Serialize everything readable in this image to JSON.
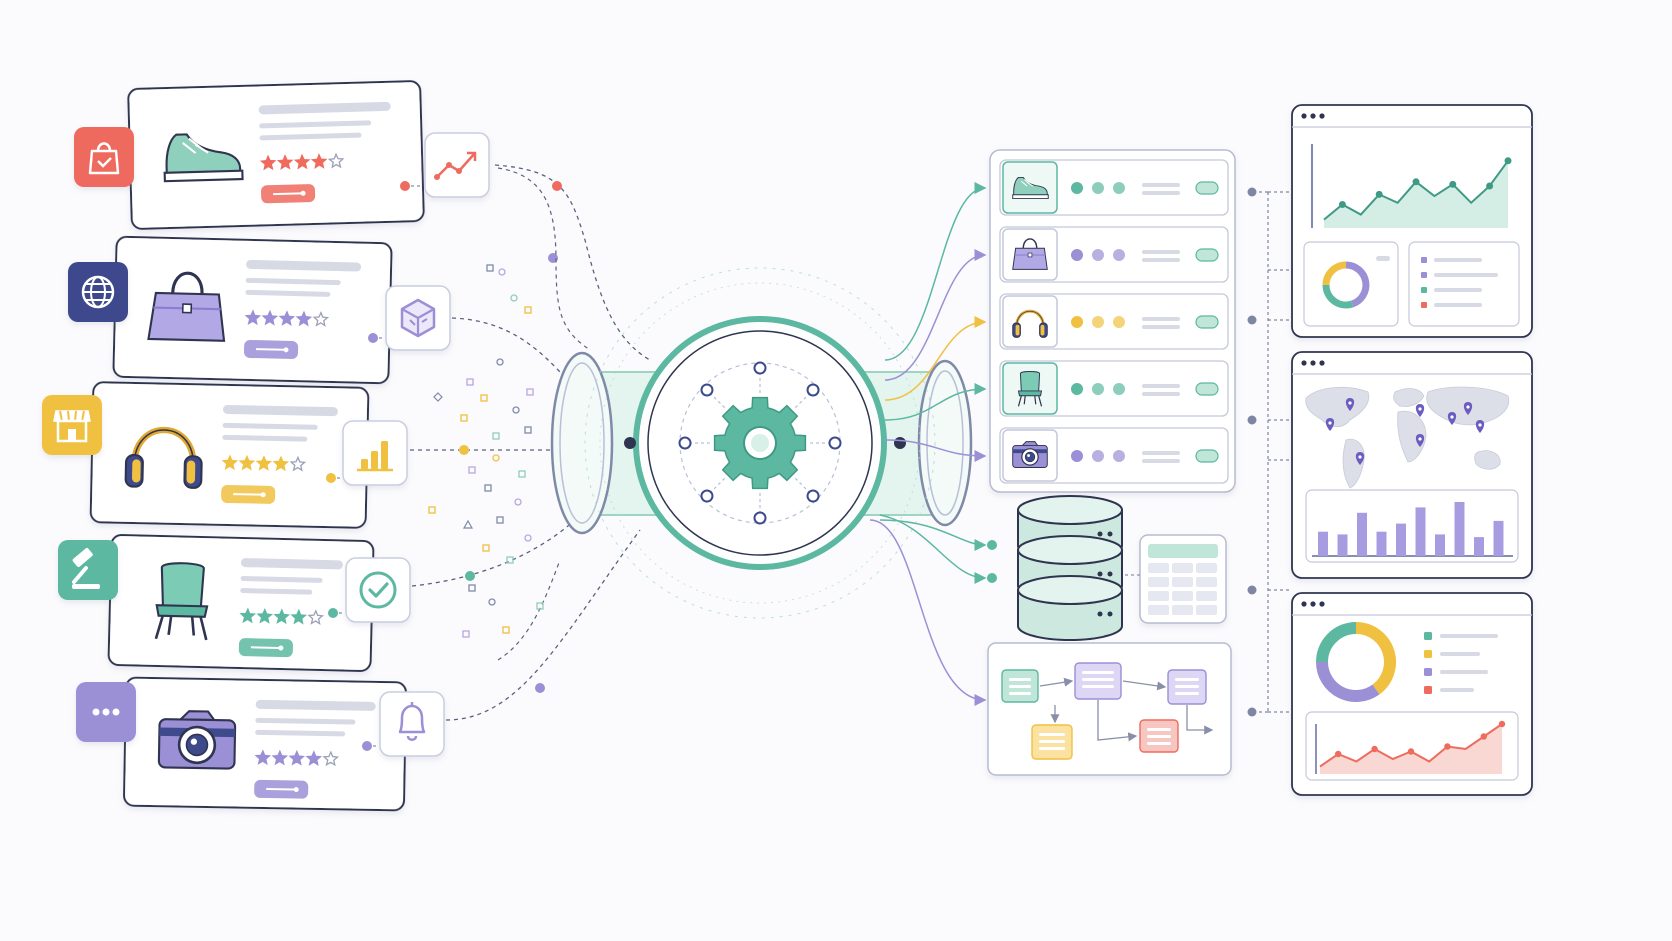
{
  "palette": {
    "teal": "#5cb8a0",
    "teal_dark": "#3f9a85",
    "teal_light": "#d8f0e8",
    "purple": "#9b8fd6",
    "purple_light": "#d9d3f3",
    "coral": "#ee6b5e",
    "yellow": "#f0c040",
    "navy": "#3e4a8c",
    "line_gray": "#d7dae4",
    "outline": "#2f3450"
  },
  "source_cards": [
    {
      "product_icon": "sneaker-icon",
      "badge_icon": "shopping-bag-icon",
      "badge_color": "#ee6b5e",
      "side_icon": "trend-line-icon",
      "accent": "#ee6b5e",
      "stars": 4
    },
    {
      "product_icon": "handbag-icon",
      "badge_icon": "globe-icon",
      "badge_color": "#3e4a8c",
      "side_icon": "cube-icon",
      "accent": "#9b8fd6",
      "stars": 4
    },
    {
      "product_icon": "headphones-icon",
      "badge_icon": "storefront-icon",
      "badge_color": "#f0c040",
      "side_icon": "bar-chart-icon",
      "accent": "#f0c040",
      "stars": 4
    },
    {
      "product_icon": "chair-icon",
      "badge_icon": "gavel-icon",
      "badge_color": "#5cb8a0",
      "side_icon": "checkmark-icon",
      "accent": "#5cb8a0",
      "stars": 4
    },
    {
      "product_icon": "camera-icon",
      "badge_icon": "chat-dots-icon",
      "badge_color": "#9b8fd6",
      "side_icon": "bell-icon",
      "accent": "#9b8fd6",
      "stars": 4
    }
  ],
  "hub": {
    "icon": "gear-icon"
  },
  "output_rows": [
    {
      "icon": "sneaker-icon",
      "dot_color": "#5cb8a0"
    },
    {
      "icon": "handbag-icon",
      "dot_color": "#9b8fd6"
    },
    {
      "icon": "headphones-icon",
      "dot_color": "#f0c040"
    },
    {
      "icon": "chair-icon",
      "dot_color": "#5cb8a0"
    },
    {
      "icon": "camera-icon",
      "dot_color": "#9b8fd6"
    }
  ],
  "storage": {
    "icon": "database-icon",
    "table_icon": "table-grid-icon"
  },
  "dashboards": [
    {
      "name": "line-area-dashboard",
      "line_values": [
        0.1,
        0.28,
        0.16,
        0.4,
        0.3,
        0.55,
        0.38,
        0.52,
        0.3,
        0.5,
        0.8
      ],
      "donut": [
        0.45,
        0.3,
        0.25
      ]
    },
    {
      "name": "map-dashboard",
      "map_pins": 8,
      "bar_values": [
        0.45,
        0.4,
        0.8,
        0.45,
        0.6,
        0.9,
        0.4,
        1.0,
        0.35,
        0.65
      ]
    },
    {
      "name": "donut-dashboard",
      "donut": [
        0.4,
        0.35,
        0.25
      ],
      "line_values": [
        0.15,
        0.4,
        0.25,
        0.5,
        0.3,
        0.45,
        0.25,
        0.55,
        0.5,
        0.75,
        1.0
      ]
    }
  ]
}
